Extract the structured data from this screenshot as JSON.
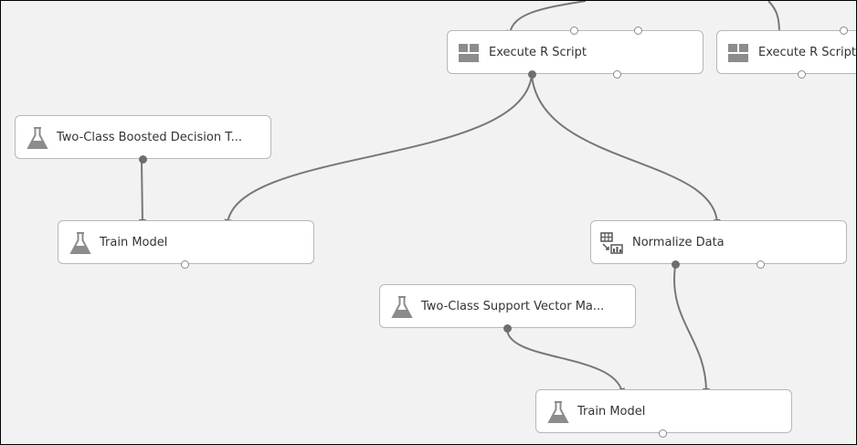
{
  "nodes": {
    "exec1": {
      "label": "Execute R Script",
      "icon": "script-grid-icon"
    },
    "exec2": {
      "label": "Execute R Script",
      "icon": "script-grid-icon"
    },
    "boosted": {
      "label": "Two-Class Boosted Decision T...",
      "icon": "flask-icon"
    },
    "train1": {
      "label": "Train Model",
      "icon": "flask-icon"
    },
    "normalize": {
      "label": "Normalize Data",
      "icon": "table-transform-icon"
    },
    "svm": {
      "label": "Two-Class Support Vector Ma...",
      "icon": "flask-icon"
    },
    "train2": {
      "label": "Train Model",
      "icon": "flask-icon"
    }
  },
  "colors": {
    "canvas": "#f2f2f2",
    "edge": "#777777",
    "node_border": "#b7b7b7",
    "icon": "#8c8c8c"
  }
}
